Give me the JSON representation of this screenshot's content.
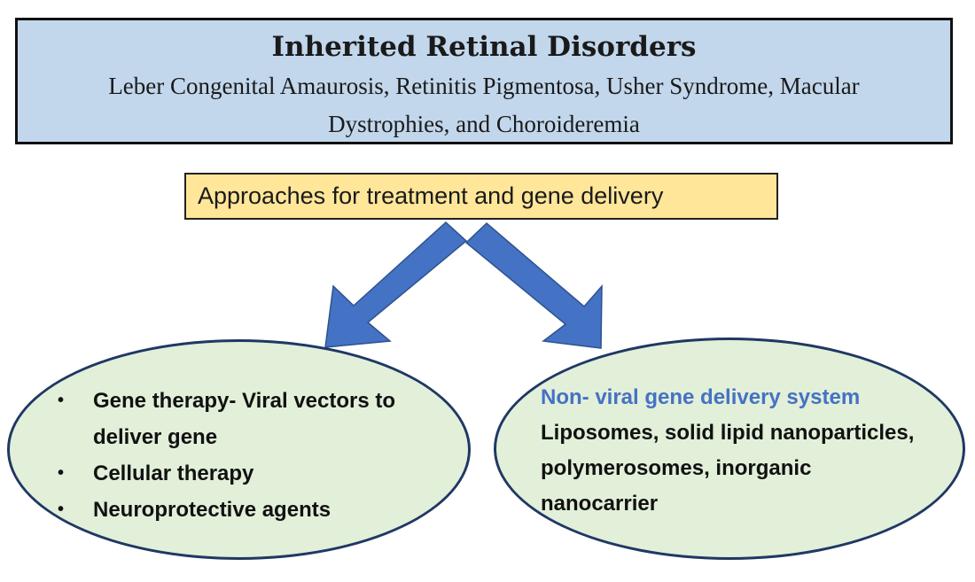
{
  "title_box": {
    "heading": "Inherited Retinal Disorders",
    "subtitle": "Leber Congenital Amaurosis, Retinitis Pigmentosa, Usher Syndrome, Macular Dystrophies, and Choroideremia"
  },
  "approach_box": {
    "label": "Approaches for treatment and gene delivery"
  },
  "left_ellipse": {
    "items": [
      "Gene therapy- Viral vectors to deliver gene",
      "Cellular therapy",
      "Neuroprotective agents"
    ]
  },
  "right_ellipse": {
    "heading": "Non- viral gene delivery system",
    "body": "Liposomes, solid lipid nanoparticles, polymerosomes, inorganic nanocarrier"
  },
  "colors": {
    "title_fill": "#c2d7ec",
    "approach_fill": "#ffe699",
    "ellipse_fill": "#e2efd9",
    "ellipse_border": "#1f3864",
    "arrow_fill": "#4472c4",
    "right_heading": "#4472c4"
  }
}
